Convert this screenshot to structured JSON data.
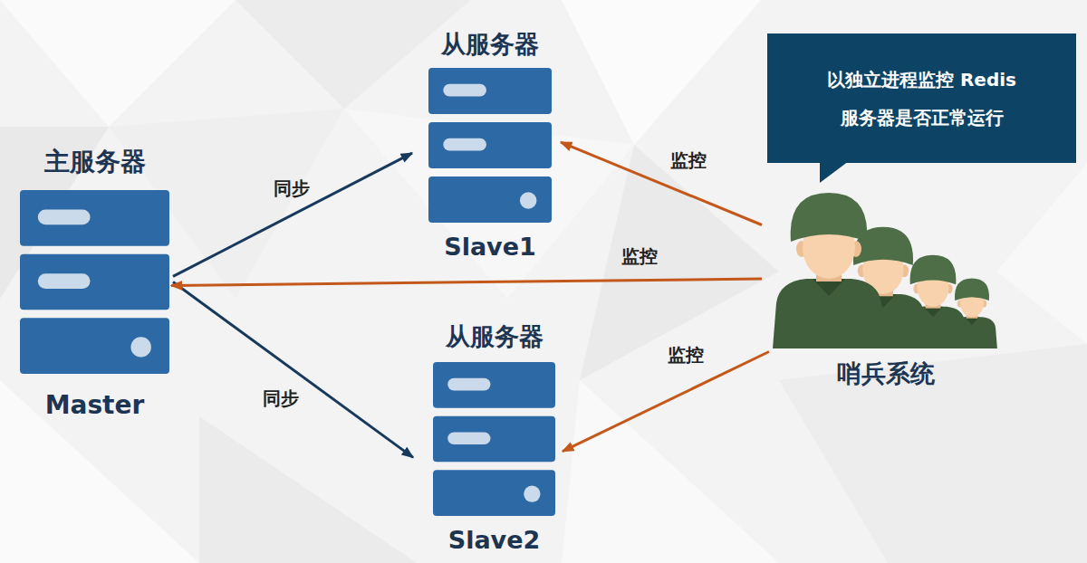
{
  "diagram": {
    "nodes": [
      {
        "text": [
          "主服务器",
          "Master"
        ]
      },
      {
        "text": [
          "从服务器",
          "Slave1"
        ]
      },
      {
        "text": [
          "从服务器",
          "Slave2"
        ]
      },
      {
        "text": [
          "以独立进程监控 Redis 服务器是否正常运行"
        ]
      },
      {
        "text": [
          "哨兵系统"
        ]
      }
    ],
    "edges": [
      {
        "from": 0,
        "to": 1,
        "label": "同步",
        "arrow": "to"
      },
      {
        "from": 0,
        "to": 2,
        "label": "同步",
        "arrow": "to"
      },
      {
        "from": 4,
        "to": 1,
        "label": "监控",
        "arrow": "to"
      },
      {
        "from": 4,
        "to": 0,
        "label": "监控",
        "arrow": "to"
      },
      {
        "from": 4,
        "to": 2,
        "label": "监控",
        "arrow": "to"
      }
    ]
  }
}
